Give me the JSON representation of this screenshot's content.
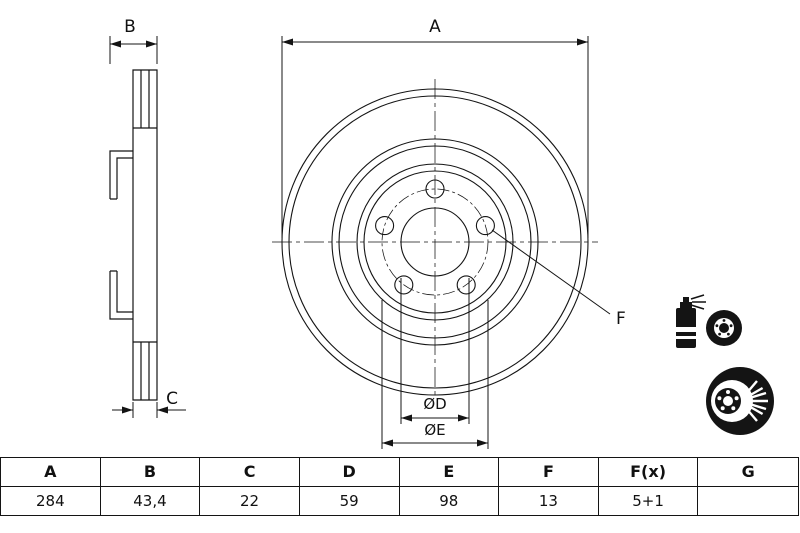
{
  "drawing": {
    "dim_a_label": "A",
    "dim_b_label": "B",
    "dim_c_label": "C",
    "dim_d_label": "ØD",
    "dim_e_label": "ØE",
    "dim_f_label": "F"
  },
  "icons": {
    "spray": "spray-can-with-disc",
    "disc": "vented-brake-disc"
  },
  "colors": {
    "line": "#141414",
    "background": "#ffffff"
  },
  "table": {
    "headers": [
      "A",
      "B",
      "C",
      "D",
      "E",
      "F",
      "F(x)",
      "G"
    ],
    "values": [
      "284",
      "43,4",
      "22",
      "59",
      "98",
      "13",
      "5+1",
      ""
    ]
  }
}
